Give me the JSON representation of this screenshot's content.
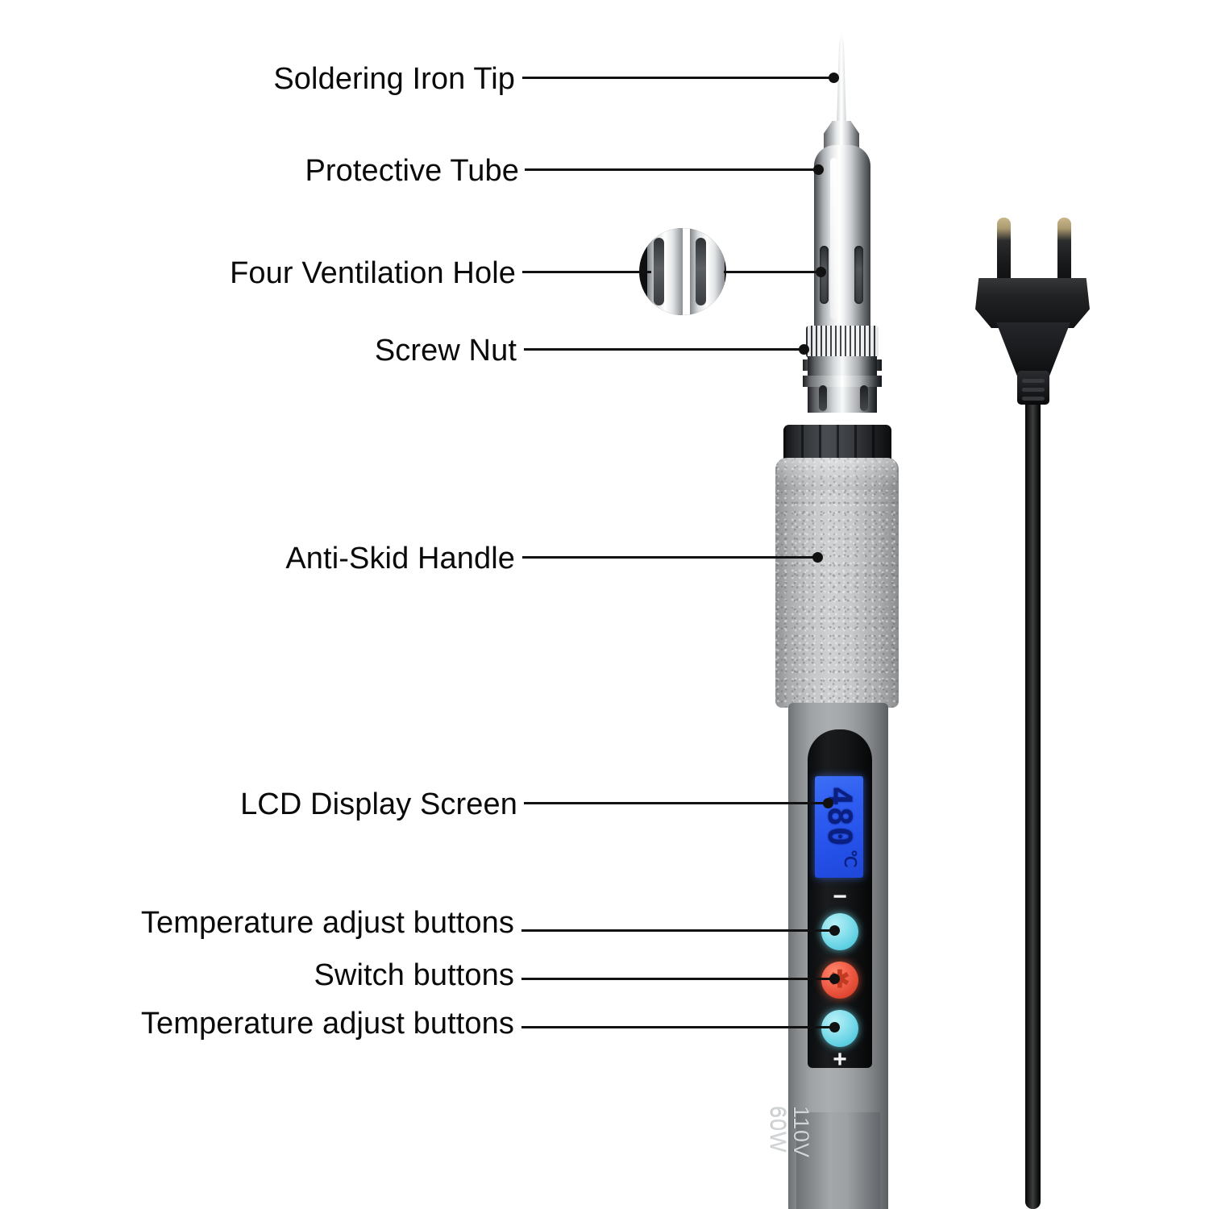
{
  "diagram": {
    "title": "Soldering Iron Labeled Parts Diagram",
    "background_color": "#ffffff",
    "label_color": "#0a0a0a",
    "leader_color": "#111111"
  },
  "callouts": [
    {
      "id": "soldering-iron-tip",
      "label": "Soldering Iron Tip"
    },
    {
      "id": "protective-tube",
      "label": "Protective Tube"
    },
    {
      "id": "four-ventilation-hole",
      "label": "Four Ventilation Hole"
    },
    {
      "id": "screw-nut",
      "label": "Screw Nut"
    },
    {
      "id": "anti-skid-handle",
      "label": "Anti-Skid Handle"
    },
    {
      "id": "lcd-display-screen",
      "label": "LCD Display Screen"
    },
    {
      "id": "temperature-adjust-upper",
      "label": "Temperature adjust buttons"
    },
    {
      "id": "switch-buttons",
      "label": "Switch buttons"
    },
    {
      "id": "temperature-adjust-lower",
      "label": "Temperature adjust buttons"
    }
  ],
  "device": {
    "lcd": {
      "temperature": "480",
      "unit": "℃",
      "backlight_color": "#2e5cf0",
      "segment_color": "#0a1f80"
    },
    "buttons": [
      {
        "id": "minus-button",
        "glyph": "−",
        "color": "#7de0ea",
        "role": "temperature-decrease"
      },
      {
        "id": "switch-button",
        "glyph": "✱",
        "color": "#e8523c",
        "role": "power-switch"
      },
      {
        "id": "plus-button",
        "glyph": "+",
        "color": "#7de0ea",
        "role": "temperature-increase"
      }
    ],
    "rating": {
      "voltage": "110V",
      "wattage": "60W"
    },
    "colors": {
      "handle_grip": "#c3c5c7",
      "body": "#9fa2a5",
      "panel": "#141617",
      "chrome": "#e6e9ea",
      "cable": "#1a1b1c"
    }
  },
  "inset": {
    "name": "ventilation-hole-magnifier",
    "slot_count": 2
  }
}
